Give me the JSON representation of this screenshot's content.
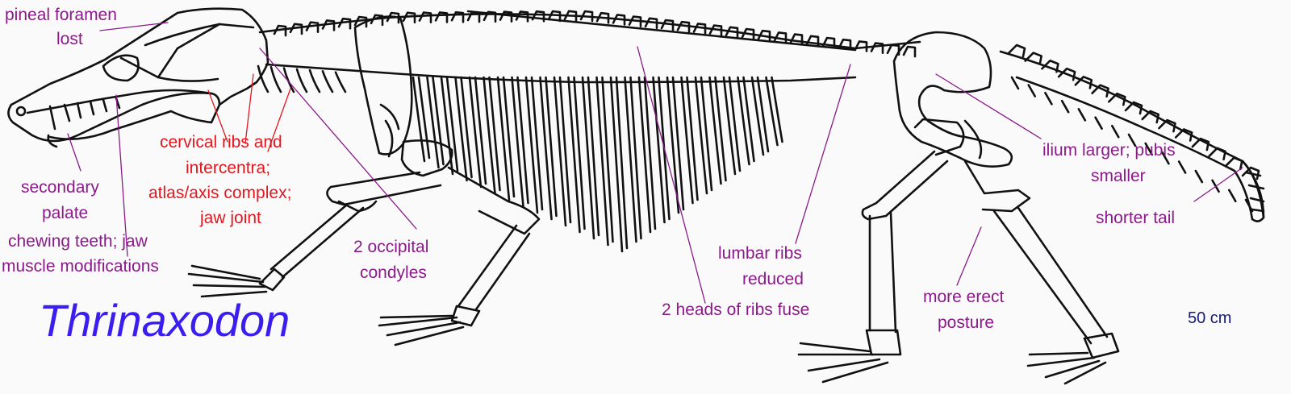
{
  "title": "Thrinaxodon",
  "scale_label": "50 cm",
  "labels": {
    "pineal_1": "pineal foramen",
    "pineal_2": "lost",
    "cervical_1": "cervical ribs and",
    "cervical_2": "intercentra;",
    "cervical_3": "atlas/axis complex;",
    "cervical_4": "jaw joint",
    "palate_1": "secondary",
    "palate_2": "palate",
    "teeth_1": "chewing teeth;  jaw",
    "teeth_2": "muscle modifications",
    "occipital_1": "2 occipital",
    "occipital_2": "condyles",
    "lumbar_1": "lumbar ribs",
    "lumbar_2": "reduced",
    "ribheads": "2 heads of ribs fuse",
    "erect_1": "more erect",
    "erect_2": "posture",
    "ilium_1": "ilium larger; pubis",
    "ilium_2": "smaller",
    "tail": "shorter tail"
  },
  "colors": {
    "annotation": "#8a1a8a",
    "highlight": "#e4161e",
    "title": "#3a1ef0",
    "scale": "#141a78",
    "bone": "#111111",
    "background": "#fbfafa"
  }
}
